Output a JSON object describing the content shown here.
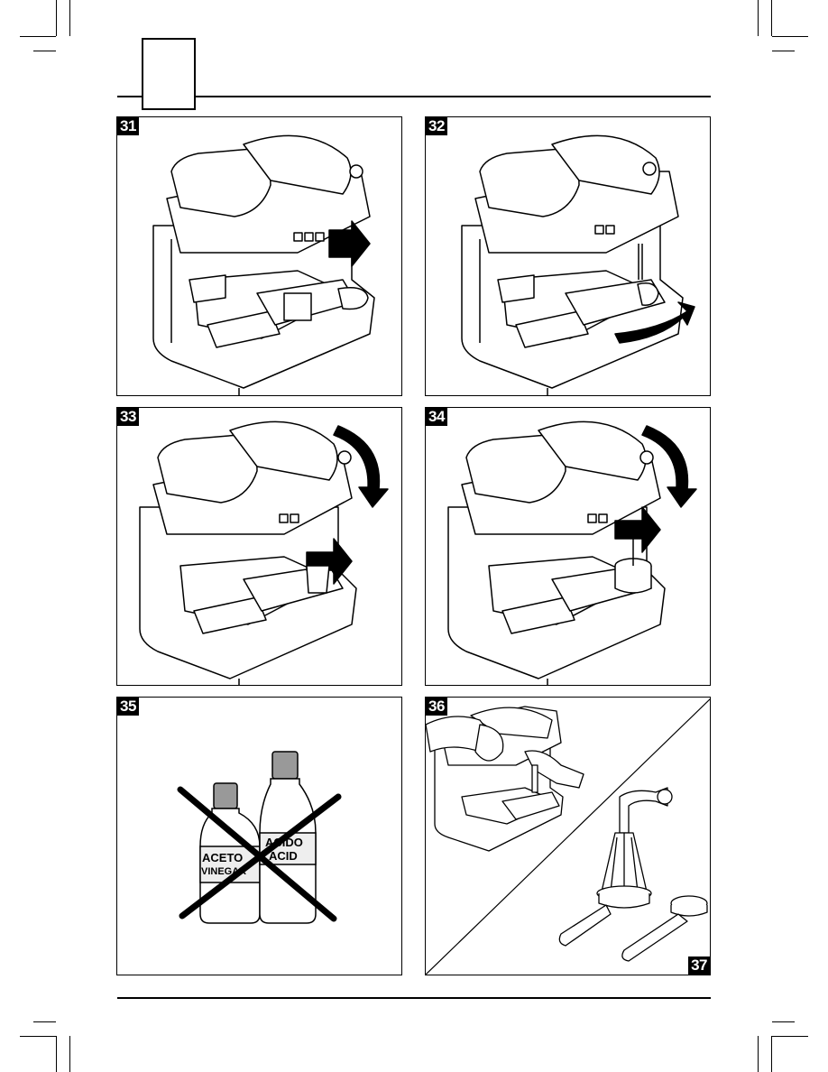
{
  "panels": [
    {
      "number": "31"
    },
    {
      "number": "32"
    },
    {
      "number": "33"
    },
    {
      "number": "34"
    },
    {
      "number": "35",
      "bottles": {
        "left_line1": "ACETO",
        "left_line2": "VINEGAR",
        "right_line1": "ACIDO",
        "right_line2": "ACID"
      }
    },
    {
      "number": "36",
      "secondary_number": "37"
    }
  ]
}
